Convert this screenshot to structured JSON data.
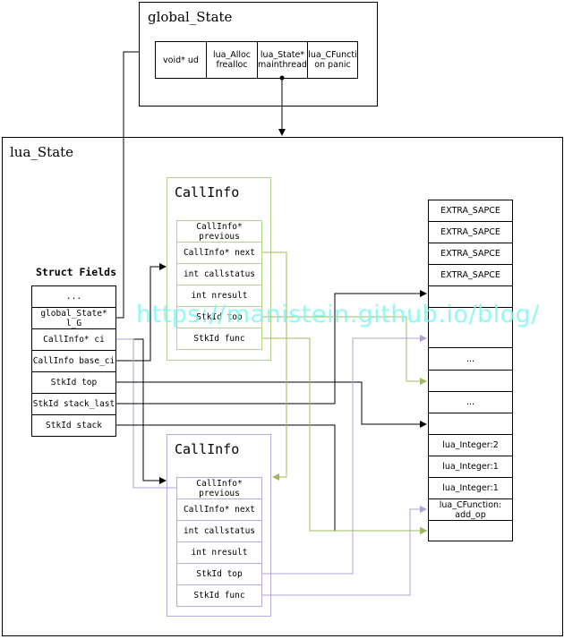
{
  "global_state": {
    "title": "global_State",
    "fields": [
      "void* ud",
      "lua_Alloc\nfrealloc",
      "lua_State*\nmainthread",
      "lua_CFuncti\non panic"
    ]
  },
  "lua_state": {
    "title": "lua_State"
  },
  "struct_fields": {
    "label": "Struct Fields",
    "rows": [
      "...",
      "global_State* l_G",
      "CallInfo* ci",
      "CallInfo base_ci",
      "StkId top",
      "StkId stack_last",
      "StkId stack"
    ]
  },
  "callinfo_top": {
    "title": "CallInfo",
    "rows": [
      "CallInfo*\nprevious",
      "CallInfo* next",
      "int callstatus",
      "int nresult",
      "StkId top",
      "StkId func"
    ]
  },
  "callinfo_bottom": {
    "title": "CallInfo",
    "rows": [
      "CallInfo*\nprevious",
      "CallInfo* next",
      "int callstatus",
      "int nresult",
      "StkId top",
      "StkId func"
    ]
  },
  "stack": {
    "cells": [
      "EXTRA_SAPCE",
      "EXTRA_SAPCE",
      "EXTRA_SAPCE",
      "EXTRA_SAPCE",
      "",
      "",
      "...",
      "",
      "...",
      "",
      "lua_Integer:2",
      "lua_Integer:1",
      "lua_Integer:1",
      "lua_CFunction:\nadd_op",
      ""
    ]
  },
  "watermark": "https://manistein.github.io/blog/",
  "colors": {
    "line_black": "#000000",
    "line_green": "#9bbb59",
    "line_purple": "#b1a0d2",
    "frame_green": "#b5cf8e",
    "frame_purple": "#b9abd3",
    "watermark": "#7ff7f2"
  }
}
